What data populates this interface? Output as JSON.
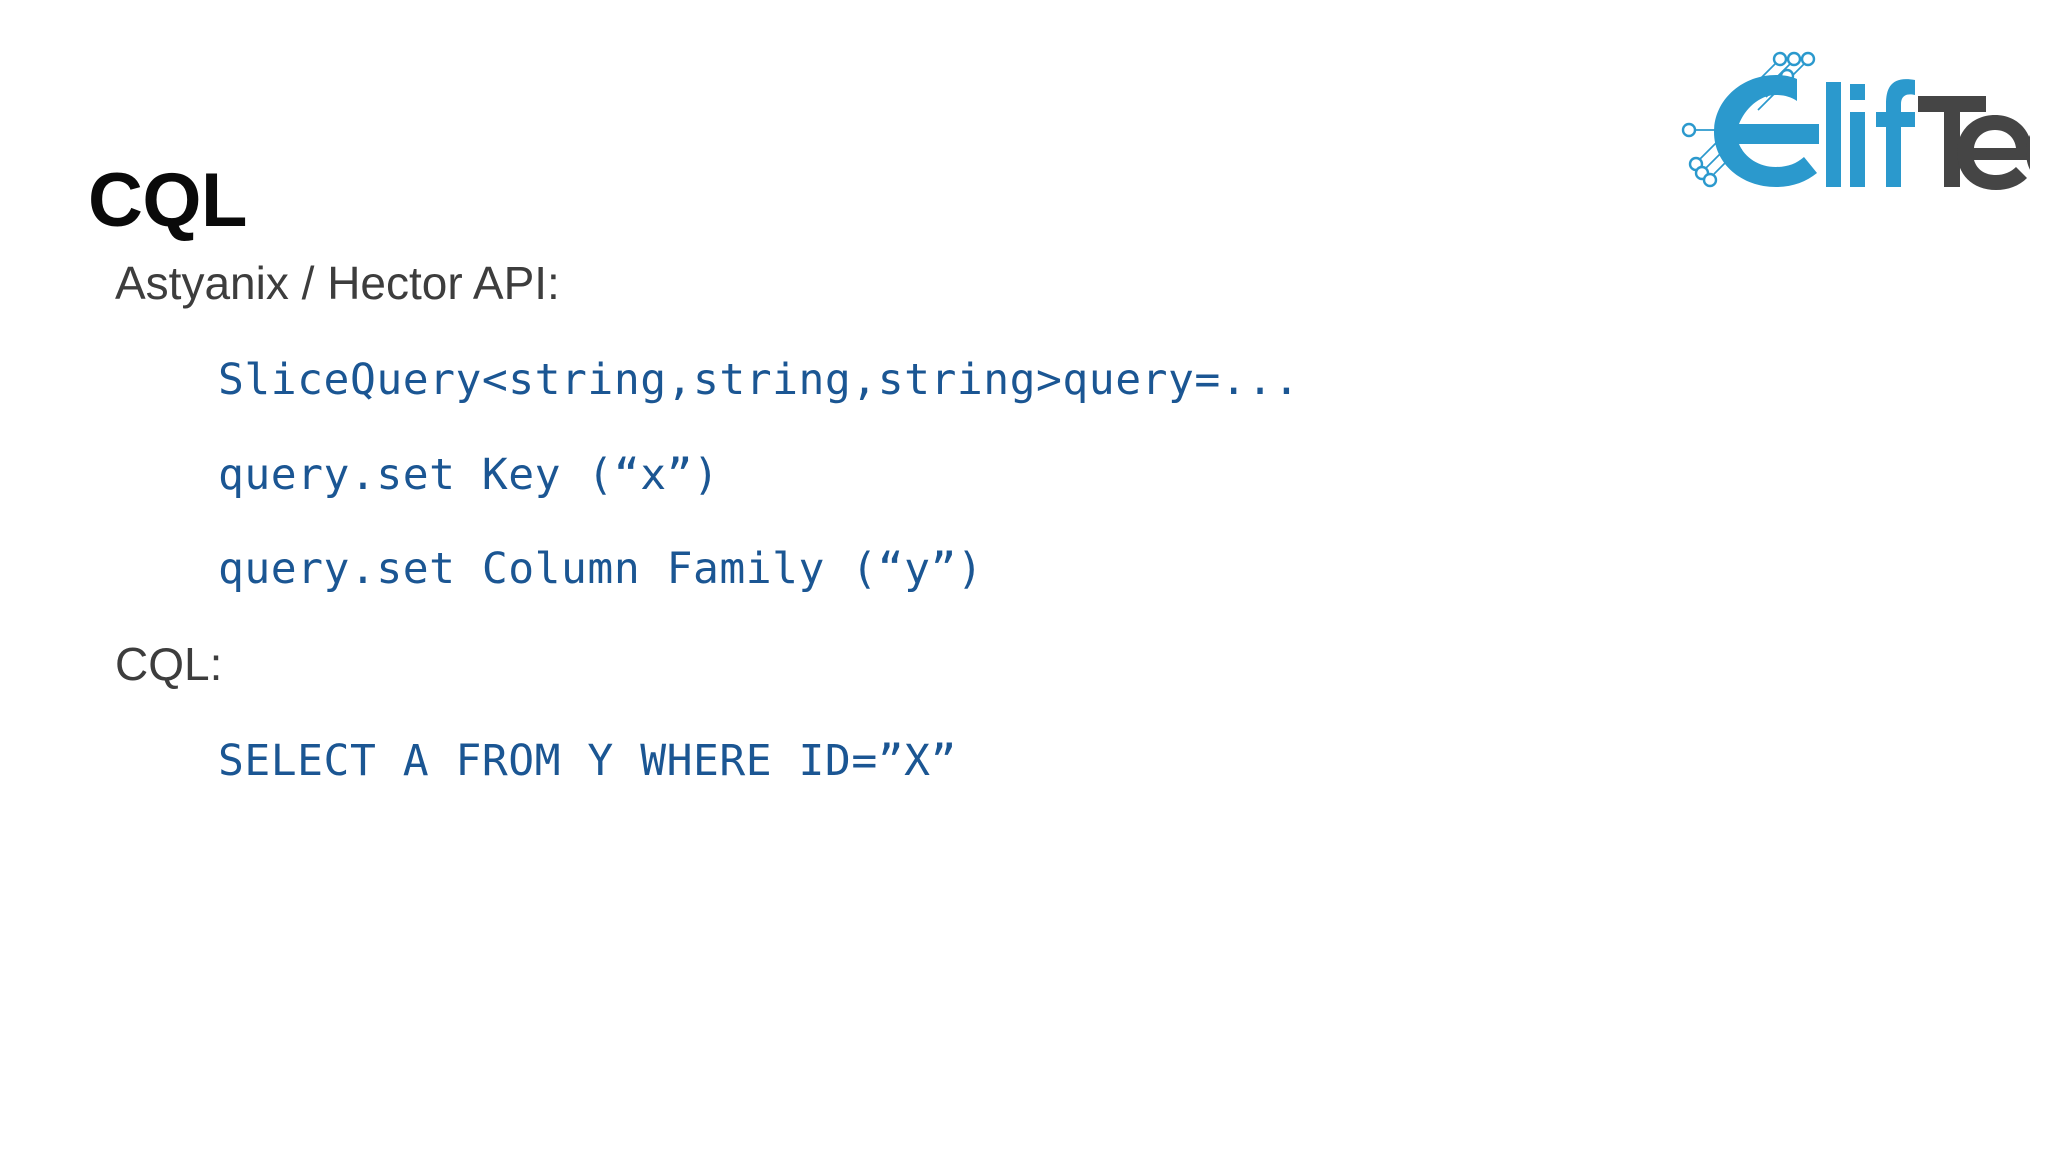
{
  "slide": {
    "background_color": "#ffffff",
    "title": "CQL",
    "title_color": "#0a0a0a"
  },
  "logo": {
    "name": "eliftech-logo",
    "text_primary": "elif",
    "text_secondary": "Tech",
    "primary_color": "#2b99cd",
    "secondary_color": "#454545",
    "circuit_color": "#2b99cd"
  },
  "content": {
    "label_color": "#3d3d3d",
    "code_color": "#1b5693",
    "sections": [
      {
        "label": "Astyanix / Hector API:",
        "code_lines": [
          "SliceQuery<string,string,string>query=...",
          "query.set Key (“x”)",
          "query.set Column Family (“y”)"
        ]
      },
      {
        "label": "CQL:",
        "code_lines": [
          "SELECT A FROM Y WHERE ID=”X”"
        ]
      }
    ]
  }
}
